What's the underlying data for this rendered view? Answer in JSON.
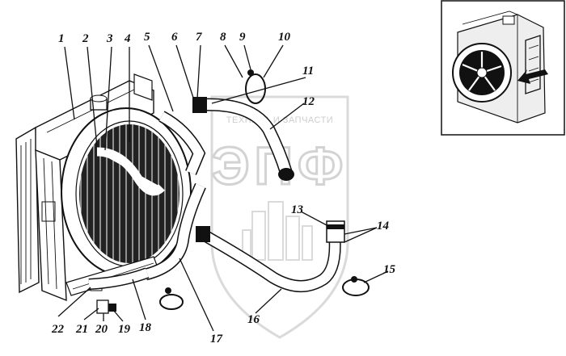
{
  "watermark": {
    "brand_top": "ТЕХНИКА И ЗАПЧАСТИ",
    "brand_big": "ЭПФ"
  },
  "callouts": [
    "1",
    "2",
    "3",
    "4",
    "5",
    "6",
    "7",
    "8",
    "9",
    "10",
    "11",
    "12",
    "13",
    "14",
    "15",
    "16",
    "17",
    "18",
    "19",
    "20",
    "21",
    "22"
  ]
}
